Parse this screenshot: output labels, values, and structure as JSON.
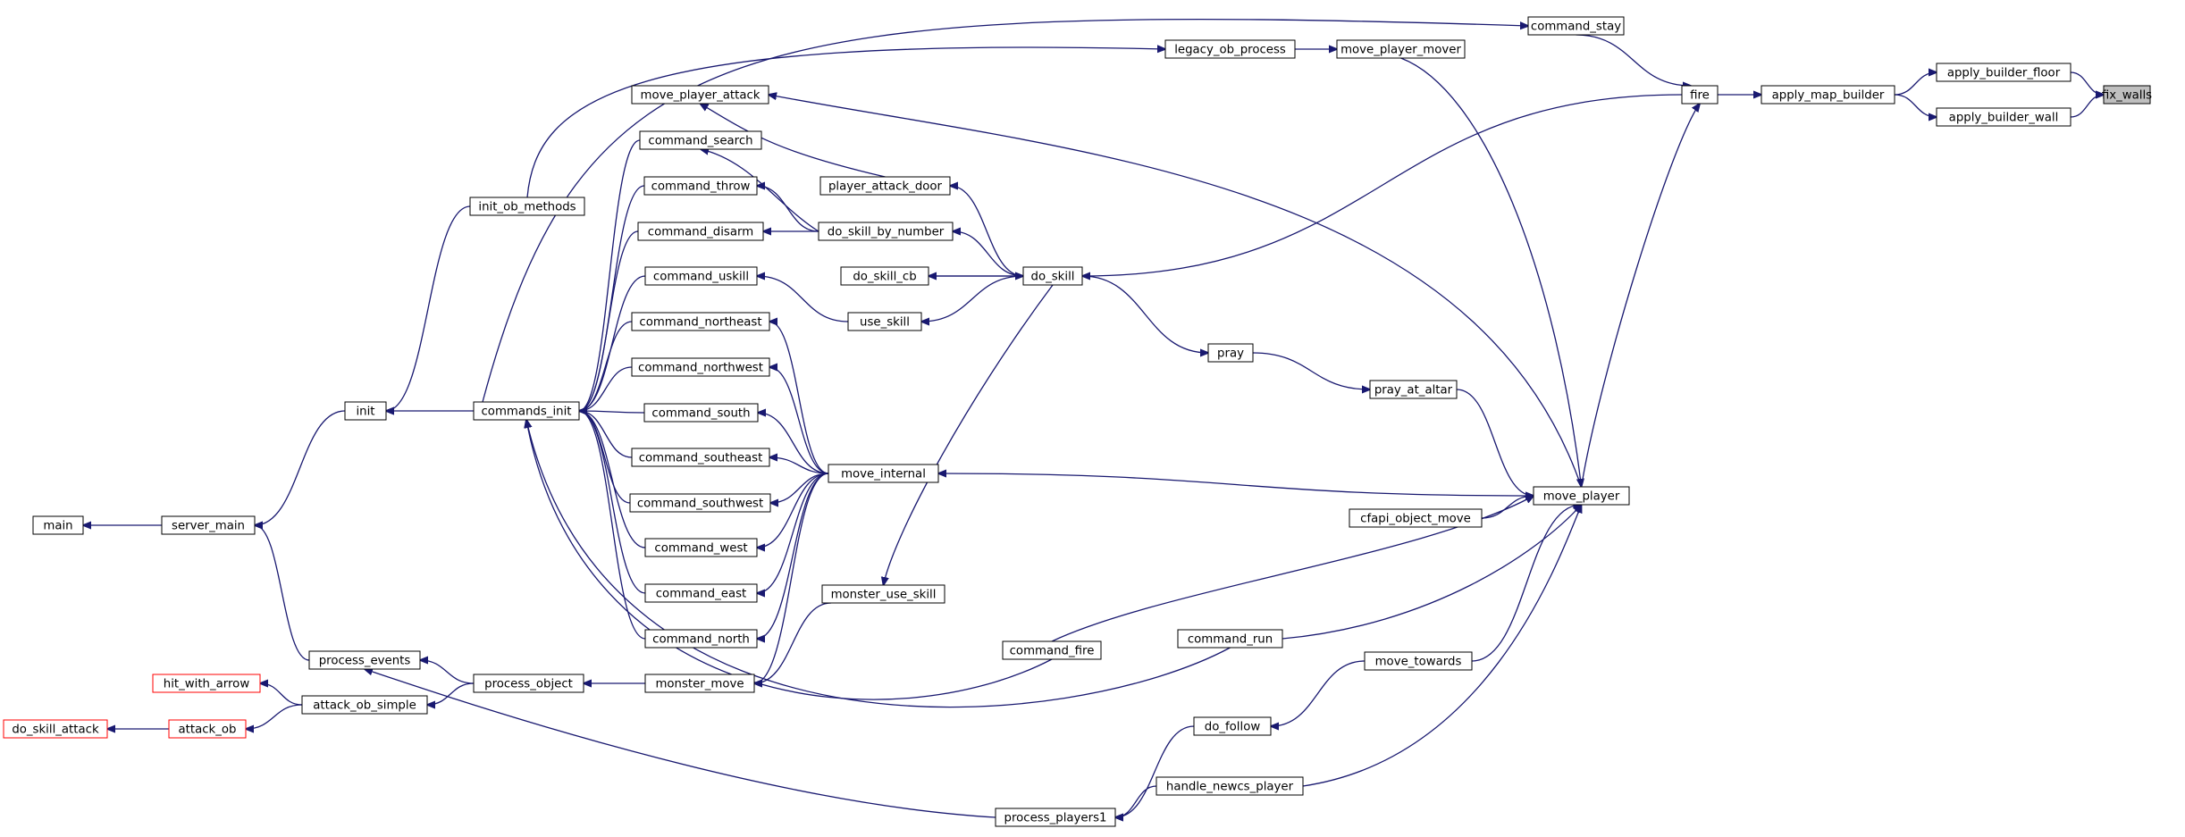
{
  "diagram": {
    "title": "",
    "nodes": [
      {
        "id": "fix_walls",
        "label": "fix_walls",
        "kind": "target"
      },
      {
        "id": "apply_builder_floor",
        "label": "apply_builder_floor",
        "kind": "normal"
      },
      {
        "id": "apply_builder_wall",
        "label": "apply_builder_wall",
        "kind": "normal"
      },
      {
        "id": "apply_map_builder",
        "label": "apply_map_builder",
        "kind": "normal"
      },
      {
        "id": "fire",
        "label": "fire",
        "kind": "normal"
      },
      {
        "id": "command_stay",
        "label": "command_stay",
        "kind": "normal"
      },
      {
        "id": "move_player",
        "label": "move_player",
        "kind": "normal"
      },
      {
        "id": "legacy_ob_process",
        "label": "legacy_ob_process",
        "kind": "normal"
      },
      {
        "id": "move_player_mover",
        "label": "move_player_mover",
        "kind": "normal"
      },
      {
        "id": "move_player_attack",
        "label": "move_player_attack",
        "kind": "normal"
      },
      {
        "id": "command_search",
        "label": "command_search",
        "kind": "normal"
      },
      {
        "id": "command_throw",
        "label": "command_throw",
        "kind": "normal"
      },
      {
        "id": "command_disarm",
        "label": "command_disarm",
        "kind": "normal"
      },
      {
        "id": "command_uskill",
        "label": "command_uskill",
        "kind": "normal"
      },
      {
        "id": "command_northeast",
        "label": "command_northeast",
        "kind": "normal"
      },
      {
        "id": "command_northwest",
        "label": "command_northwest",
        "kind": "normal"
      },
      {
        "id": "command_south",
        "label": "command_south",
        "kind": "normal"
      },
      {
        "id": "command_southeast",
        "label": "command_southeast",
        "kind": "normal"
      },
      {
        "id": "command_southwest",
        "label": "command_southwest",
        "kind": "normal"
      },
      {
        "id": "command_west",
        "label": "command_west",
        "kind": "normal"
      },
      {
        "id": "command_east",
        "label": "command_east",
        "kind": "normal"
      },
      {
        "id": "command_north",
        "label": "command_north",
        "kind": "normal"
      },
      {
        "id": "player_attack_door",
        "label": "player_attack_door",
        "kind": "normal"
      },
      {
        "id": "do_skill_by_number",
        "label": "do_skill_by_number",
        "kind": "normal"
      },
      {
        "id": "do_skill_cb",
        "label": "do_skill_cb",
        "kind": "normal"
      },
      {
        "id": "do_skill",
        "label": "do_skill",
        "kind": "normal"
      },
      {
        "id": "use_skill",
        "label": "use_skill",
        "kind": "normal"
      },
      {
        "id": "pray",
        "label": "pray",
        "kind": "normal"
      },
      {
        "id": "pray_at_altar",
        "label": "pray_at_altar",
        "kind": "normal"
      },
      {
        "id": "move_internal",
        "label": "move_internal",
        "kind": "normal"
      },
      {
        "id": "cfapi_object_move",
        "label": "cfapi_object_move",
        "kind": "normal"
      },
      {
        "id": "monster_use_skill",
        "label": "monster_use_skill",
        "kind": "normal"
      },
      {
        "id": "command_fire",
        "label": "command_fire",
        "kind": "normal"
      },
      {
        "id": "command_run",
        "label": "command_run",
        "kind": "normal"
      },
      {
        "id": "move_towards",
        "label": "move_towards",
        "kind": "normal"
      },
      {
        "id": "do_follow",
        "label": "do_follow",
        "kind": "normal"
      },
      {
        "id": "handle_newcs_player",
        "label": "handle_newcs_player",
        "kind": "normal"
      },
      {
        "id": "process_players1",
        "label": "process_players1",
        "kind": "normal"
      },
      {
        "id": "monster_move",
        "label": "monster_move",
        "kind": "normal"
      },
      {
        "id": "process_object",
        "label": "process_object",
        "kind": "normal"
      },
      {
        "id": "process_events",
        "label": "process_events",
        "kind": "normal"
      },
      {
        "id": "attack_ob_simple",
        "label": "attack_ob_simple",
        "kind": "normal"
      },
      {
        "id": "hit_with_arrow",
        "label": "hit_with_arrow",
        "kind": "truncated"
      },
      {
        "id": "attack_ob",
        "label": "attack_ob",
        "kind": "truncated"
      },
      {
        "id": "do_skill_attack",
        "label": "do_skill_attack",
        "kind": "truncated"
      },
      {
        "id": "init_ob_methods",
        "label": "init_ob_methods",
        "kind": "normal"
      },
      {
        "id": "commands_init",
        "label": "commands_init",
        "kind": "normal"
      },
      {
        "id": "init",
        "label": "init",
        "kind": "normal"
      },
      {
        "id": "server_main",
        "label": "server_main",
        "kind": "normal"
      },
      {
        "id": "main",
        "label": "main",
        "kind": "normal"
      }
    ],
    "edges": [
      {
        "from": "apply_builder_floor",
        "to": "fix_walls"
      },
      {
        "from": "apply_builder_wall",
        "to": "fix_walls"
      },
      {
        "from": "apply_map_builder",
        "to": "apply_builder_floor"
      },
      {
        "from": "apply_map_builder",
        "to": "apply_builder_wall"
      },
      {
        "from": "fire",
        "to": "apply_map_builder"
      },
      {
        "from": "command_stay",
        "to": "fire"
      },
      {
        "from": "move_player",
        "to": "fire"
      },
      {
        "from": "fire",
        "to": "do_skill"
      },
      {
        "from": "legacy_ob_process",
        "to": "move_player_mover"
      },
      {
        "from": "move_player_mover",
        "to": "move_player"
      },
      {
        "from": "init_ob_methods",
        "to": "legacy_ob_process"
      },
      {
        "from": "commands_init",
        "to": "command_stay"
      },
      {
        "from": "move_player",
        "to": "move_player_attack"
      },
      {
        "from": "player_attack_door",
        "to": "move_player_attack"
      },
      {
        "from": "do_skill",
        "to": "player_attack_door"
      },
      {
        "from": "do_skill_by_number",
        "to": "command_search"
      },
      {
        "from": "do_skill_by_number",
        "to": "command_throw"
      },
      {
        "from": "do_skill_by_number",
        "to": "command_disarm"
      },
      {
        "from": "do_skill",
        "to": "do_skill_by_number"
      },
      {
        "from": "do_skill",
        "to": "do_skill_cb"
      },
      {
        "from": "do_skill_cb",
        "to": "do_skill"
      },
      {
        "from": "use_skill",
        "to": "command_uskill"
      },
      {
        "from": "do_skill",
        "to": "use_skill"
      },
      {
        "from": "do_skill",
        "to": "pray"
      },
      {
        "from": "pray",
        "to": "pray_at_altar"
      },
      {
        "from": "pray_at_altar",
        "to": "move_player"
      },
      {
        "from": "move_internal",
        "to": "command_northeast"
      },
      {
        "from": "move_internal",
        "to": "command_northwest"
      },
      {
        "from": "move_internal",
        "to": "command_south"
      },
      {
        "from": "move_internal",
        "to": "command_southeast"
      },
      {
        "from": "move_internal",
        "to": "command_southwest"
      },
      {
        "from": "move_internal",
        "to": "command_west"
      },
      {
        "from": "move_internal",
        "to": "command_east"
      },
      {
        "from": "move_internal",
        "to": "command_north"
      },
      {
        "from": "move_internal",
        "to": "monster_move"
      },
      {
        "from": "move_player",
        "to": "move_internal"
      },
      {
        "from": "cfapi_object_move",
        "to": "move_player"
      },
      {
        "from": "command_fire",
        "to": "move_player"
      },
      {
        "from": "command_run",
        "to": "move_player"
      },
      {
        "from": "move_towards",
        "to": "move_player"
      },
      {
        "from": "handle_newcs_player",
        "to": "move_player"
      },
      {
        "from": "do_skill",
        "to": "monster_use_skill"
      },
      {
        "from": "monster_use_skill",
        "to": "monster_move"
      },
      {
        "from": "move_towards",
        "to": "do_follow"
      },
      {
        "from": "do_follow",
        "to": "process_players1"
      },
      {
        "from": "handle_newcs_player",
        "to": "process_players1"
      },
      {
        "from": "process_players1",
        "to": "process_events"
      },
      {
        "from": "monster_move",
        "to": "process_object"
      },
      {
        "from": "process_object",
        "to": "process_events"
      },
      {
        "from": "process_object",
        "to": "attack_ob_simple"
      },
      {
        "from": "attack_ob_simple",
        "to": "hit_with_arrow"
      },
      {
        "from": "attack_ob_simple",
        "to": "attack_ob"
      },
      {
        "from": "attack_ob",
        "to": "do_skill_attack"
      },
      {
        "from": "process_events",
        "to": "server_main"
      },
      {
        "from": "commands_init",
        "to": "init"
      },
      {
        "from": "init_ob_methods",
        "to": "init"
      },
      {
        "from": "init",
        "to": "server_main"
      },
      {
        "from": "server_main",
        "to": "main"
      },
      {
        "from": "command_search",
        "to": "commands_init"
      },
      {
        "from": "command_throw",
        "to": "commands_init"
      },
      {
        "from": "command_disarm",
        "to": "commands_init"
      },
      {
        "from": "command_uskill",
        "to": "commands_init"
      },
      {
        "from": "command_northeast",
        "to": "commands_init"
      },
      {
        "from": "command_northwest",
        "to": "commands_init"
      },
      {
        "from": "command_south",
        "to": "commands_init"
      },
      {
        "from": "command_southeast",
        "to": "commands_init"
      },
      {
        "from": "command_southwest",
        "to": "commands_init"
      },
      {
        "from": "command_west",
        "to": "commands_init"
      },
      {
        "from": "command_east",
        "to": "commands_init"
      },
      {
        "from": "command_north",
        "to": "commands_init"
      },
      {
        "from": "command_fire",
        "to": "commands_init"
      },
      {
        "from": "command_run",
        "to": "commands_init"
      }
    ]
  },
  "colors": {
    "edge": "#191970",
    "node_border": "#000000",
    "truncated_border": "#ff0000",
    "target_fill": "#bfbfbf"
  }
}
